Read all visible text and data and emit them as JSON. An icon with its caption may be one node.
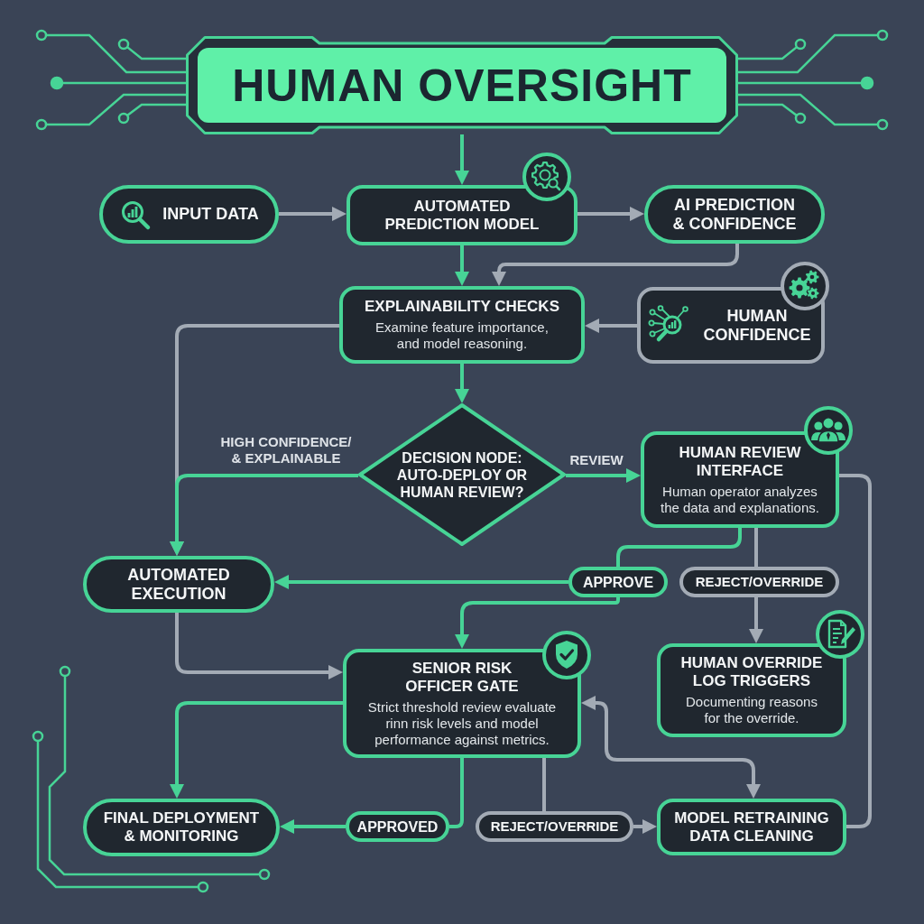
{
  "diagram": {
    "nodes": [
      {
        "text": [
          "HUMAN OVERSIGHT"
        ]
      },
      {
        "text": [
          "INPUT DATA"
        ]
      },
      {
        "text": [
          "AUTOMATED PREDICTION MODEL"
        ]
      },
      {
        "text": [
          "AI PREDICTION & CONFIDENCE"
        ]
      },
      {
        "text": [
          "EXPLAINABILITY CHECKS",
          "Examine feature importance, and model reasoning."
        ]
      },
      {
        "text": [
          "HUMAN CONFIDENCE"
        ]
      },
      {
        "text": [
          "DECISION NODE: AUTO-DEPLOY OR HUMAN REVIEW?"
        ]
      },
      {
        "text": [
          "HUMAN REVIEW INTERFACE",
          "Human operator analyzes the data and explanations."
        ]
      },
      {
        "text": [
          "AUTOMATED EXECUTION"
        ]
      },
      {
        "text": [
          "APPROVE"
        ]
      },
      {
        "text": [
          "REJECT/OVERRIDE"
        ]
      },
      {
        "text": [
          "SENIOR RISK OFFICER GATE",
          "Strict threshold review evaluate rinn risk levels and model performance against metrics."
        ]
      },
      {
        "text": [
          "HUMAN OVERRIDE LOG TRIGGERS",
          "Documenting reasons for the override."
        ]
      },
      {
        "text": [
          "FINAL DEPLOYMENT & MONITORING"
        ]
      },
      {
        "text": [
          "APPROVED"
        ]
      },
      {
        "text": [
          "REJECT/OVERRIDE"
        ]
      },
      {
        "text": [
          "MODEL RETRAINING DATA CLEANING"
        ]
      }
    ],
    "edges": [
      {
        "from": 0,
        "to": 2,
        "arrow": "to",
        "color": "#47d496"
      },
      {
        "from": 1,
        "to": 2,
        "arrow": "to"
      },
      {
        "from": 2,
        "to": 3,
        "arrow": "to"
      },
      {
        "from": 2,
        "to": 4,
        "arrow": "to",
        "color": "#47d496"
      },
      {
        "from": 3,
        "to": 4,
        "arrow": "to"
      },
      {
        "from": 5,
        "to": 4,
        "arrow": "to"
      },
      {
        "from": 4,
        "to": 6,
        "arrow": "to",
        "color": "#47d496"
      },
      {
        "from": 4,
        "to": 8,
        "arrow": "to"
      },
      {
        "from": 6,
        "to": 8,
        "arrow": "to",
        "label": "HIGH CONFIDENCE/ & EXPLAINABLE",
        "color": "#47d496"
      },
      {
        "from": 6,
        "to": 7,
        "arrow": "to",
        "label": "REVIEW",
        "color": "#47d496"
      },
      {
        "from": 7,
        "to": 9,
        "arrow": "none",
        "color": "#47d496"
      },
      {
        "from": 9,
        "to": 8,
        "arrow": "to",
        "color": "#47d496"
      },
      {
        "from": 9,
        "to": 11,
        "arrow": "to",
        "color": "#47d496"
      },
      {
        "from": 7,
        "to": 10,
        "arrow": "none"
      },
      {
        "from": 10,
        "to": 12,
        "arrow": "to"
      },
      {
        "from": 7,
        "to": 16,
        "arrow": "none"
      },
      {
        "from": 8,
        "to": 11,
        "arrow": "to"
      },
      {
        "from": 11,
        "to": 13,
        "arrow": "to",
        "color": "#47d496"
      },
      {
        "from": 11,
        "to": 14,
        "arrow": "none",
        "color": "#47d496"
      },
      {
        "from": 14,
        "to": 13,
        "arrow": "to",
        "color": "#47d496"
      },
      {
        "from": 11,
        "to": 15,
        "arrow": "none"
      },
      {
        "from": 15,
        "to": 16,
        "arrow": "to"
      },
      {
        "from": 11,
        "to": 16,
        "arrow": "both"
      }
    ]
  }
}
